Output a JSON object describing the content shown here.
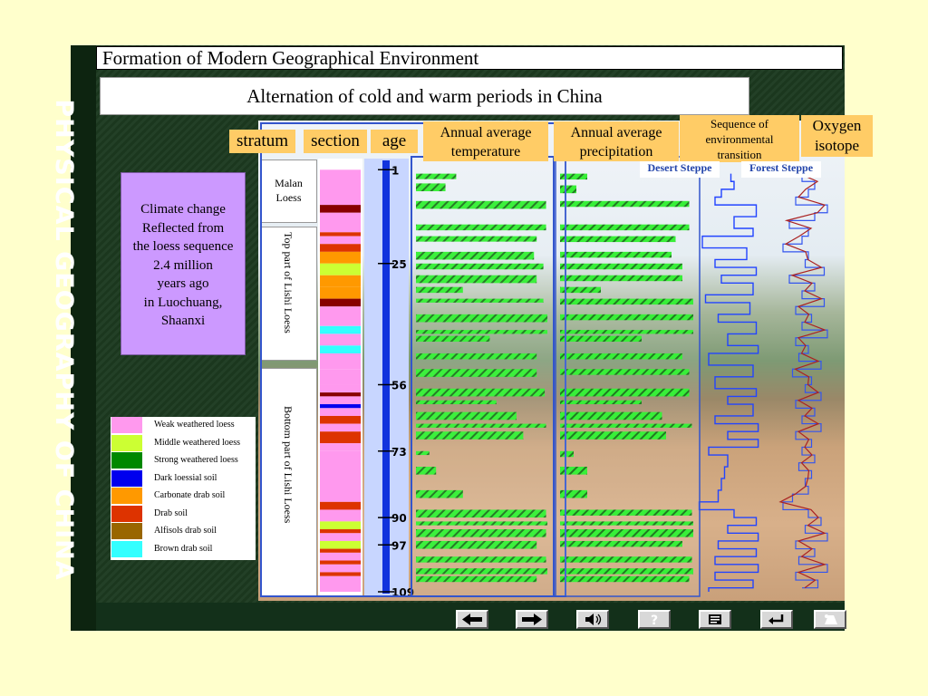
{
  "window": {
    "title": "Formation of Modern Geographical Environment",
    "side_title": "PHYSICAL GEOGRAPHY OF CHINA"
  },
  "banner": "Alternation of cold and warm periods in China",
  "columns": {
    "stratum": "stratum",
    "section": "section",
    "age": "age",
    "temperature": [
      "Annual average",
      "temperature"
    ],
    "precipitation": [
      "Annual average",
      "precipitation"
    ],
    "sequence": [
      "Sequence of",
      "environmental",
      "transition"
    ],
    "oxygen": [
      "Oxygen",
      "isotope"
    ]
  },
  "transition_labels": {
    "desert": "Desert Steppe",
    "forest": "Forest Steppe"
  },
  "strata": {
    "malan": [
      "Malan",
      "Loess"
    ],
    "upper": "Top part of Lishi Loess",
    "lower": "Bottom  part of Lishi Loess"
  },
  "climate_box": [
    "Climate change",
    "Reflected from",
    "the loess sequence",
    "2.4 million",
    "years ago",
    "in Luochuang,",
    "Shaanxi"
  ],
  "legend": [
    {
      "label": "Weak weathered loess",
      "color": "#ff99ee"
    },
    {
      "label": "Middle weathered loess",
      "color": "#ccff33"
    },
    {
      "label": "Strong weathered loess",
      "color": "#008800"
    },
    {
      "label": "Dark loessial soil",
      "color": "#0000ee"
    },
    {
      "label": "Carbonate drab soil",
      "color": "#ff9900"
    },
    {
      "label": "Drab soil",
      "color": "#dd3300"
    },
    {
      "label": "Alfisols drab soil",
      "color": "#996600"
    },
    {
      "label": "Brown drab soil",
      "color": "#33ffff"
    }
  ],
  "chart_data": {
    "type": "stratigraphic-column",
    "age_axis": {
      "ticks": [
        "1",
        "25",
        "56",
        "73",
        "90",
        "97",
        "109"
      ],
      "tick_values": [
        1,
        25,
        56,
        73,
        90,
        97,
        109
      ],
      "range": [
        0,
        109
      ]
    },
    "section_layers": [
      {
        "from": 1,
        "to": 10,
        "color": "#ff99ee"
      },
      {
        "from": 10,
        "to": 12,
        "color": "#880000"
      },
      {
        "from": 12,
        "to": 17,
        "color": "#ff99ee"
      },
      {
        "from": 17,
        "to": 18,
        "color": "#dd3300"
      },
      {
        "from": 18,
        "to": 20,
        "color": "#ff99ee"
      },
      {
        "from": 20,
        "to": 22,
        "color": "#dd3300"
      },
      {
        "from": 22,
        "to": 25,
        "color": "#ff9900"
      },
      {
        "from": 25,
        "to": 28,
        "color": "#ccff33"
      },
      {
        "from": 28,
        "to": 31,
        "color": "#ff9900"
      },
      {
        "from": 31,
        "to": 34,
        "color": "#ff9900"
      },
      {
        "from": 34,
        "to": 36,
        "color": "#880000"
      },
      {
        "from": 36,
        "to": 41,
        "color": "#ff99ee"
      },
      {
        "from": 41,
        "to": 43,
        "color": "#33ffff"
      },
      {
        "from": 43,
        "to": 46,
        "color": "#ff99ee"
      },
      {
        "from": 46,
        "to": 48,
        "color": "#33ffff"
      },
      {
        "from": 48,
        "to": 52,
        "color": "#ff99ee"
      },
      {
        "from": 52,
        "to": 56,
        "color": "#ff99ee"
      },
      {
        "from": 56,
        "to": 58,
        "color": "#ff99ee"
      },
      {
        "from": 58,
        "to": 59,
        "color": "#880000"
      },
      {
        "from": 59,
        "to": 61,
        "color": "#ff99ee"
      },
      {
        "from": 61,
        "to": 62,
        "color": "#0000ee"
      },
      {
        "from": 62,
        "to": 64,
        "color": "#ff99ee"
      },
      {
        "from": 64,
        "to": 66,
        "color": "#dd3300"
      },
      {
        "from": 66,
        "to": 68,
        "color": "#ff99ee"
      },
      {
        "from": 68,
        "to": 71,
        "color": "#dd3300"
      },
      {
        "from": 71,
        "to": 73,
        "color": "#ff99ee"
      },
      {
        "from": 73,
        "to": 86,
        "color": "#ff99ee"
      },
      {
        "from": 86,
        "to": 88,
        "color": "#dd3300"
      },
      {
        "from": 88,
        "to": 91,
        "color": "#ff99ee"
      },
      {
        "from": 91,
        "to": 93,
        "color": "#ccff33"
      },
      {
        "from": 93,
        "to": 94,
        "color": "#dd3300"
      },
      {
        "from": 94,
        "to": 96,
        "color": "#ff99ee"
      },
      {
        "from": 96,
        "to": 98,
        "color": "#ccff33"
      },
      {
        "from": 98,
        "to": 99,
        "color": "#dd3300"
      },
      {
        "from": 99,
        "to": 101,
        "color": "#ff99ee"
      },
      {
        "from": 101,
        "to": 102,
        "color": "#dd3300"
      },
      {
        "from": 102,
        "to": 104,
        "color": "#ff99ee"
      },
      {
        "from": 104,
        "to": 105,
        "color": "#dd3300"
      },
      {
        "from": 105,
        "to": 109,
        "color": "#ff99ee"
      }
    ],
    "temperature_bars": [
      {
        "from": 2,
        "to": 3.4,
        "value": 0.3
      },
      {
        "from": 4.5,
        "to": 6.5,
        "value": 0.22
      },
      {
        "from": 9,
        "to": 11,
        "value": 0.97
      },
      {
        "from": 15,
        "to": 16.5,
        "value": 0.97
      },
      {
        "from": 18,
        "to": 19.4,
        "value": 0.9
      },
      {
        "from": 22,
        "to": 24,
        "value": 0.88
      },
      {
        "from": 25,
        "to": 26.5,
        "value": 0.95
      },
      {
        "from": 28,
        "to": 30,
        "value": 0.9
      },
      {
        "from": 31,
        "to": 32.5,
        "value": 0.35
      },
      {
        "from": 34,
        "to": 35,
        "value": 0.95
      },
      {
        "from": 38,
        "to": 40,
        "value": 0.98
      },
      {
        "from": 42,
        "to": 43,
        "value": 0.98
      },
      {
        "from": 43.5,
        "to": 45,
        "value": 0.55
      },
      {
        "from": 48,
        "to": 49.5,
        "value": 0.9
      },
      {
        "from": 52,
        "to": 54,
        "value": 0.9
      },
      {
        "from": 57,
        "to": 59,
        "value": 0.96
      },
      {
        "from": 60,
        "to": 61,
        "value": 0.6
      },
      {
        "from": 63,
        "to": 65,
        "value": 0.75
      },
      {
        "from": 66,
        "to": 67,
        "value": 0.97
      },
      {
        "from": 68,
        "to": 70,
        "value": 0.8
      },
      {
        "from": 73,
        "to": 74,
        "value": 0.1
      },
      {
        "from": 77,
        "to": 79,
        "value": 0.15
      },
      {
        "from": 83,
        "to": 85,
        "value": 0.35
      },
      {
        "from": 88,
        "to": 90,
        "value": 0.97
      },
      {
        "from": 91,
        "to": 92,
        "value": 0.98
      },
      {
        "from": 93,
        "to": 95,
        "value": 0.97
      },
      {
        "from": 96,
        "to": 98,
        "value": 0.9
      },
      {
        "from": 100,
        "to": 101.5,
        "value": 0.97
      },
      {
        "from": 103,
        "to": 104.5,
        "value": 0.98
      },
      {
        "from": 105,
        "to": 106.5,
        "value": 0.9
      }
    ],
    "precipitation_bars": [
      {
        "from": 2,
        "to": 3.5,
        "value": 0.2
      },
      {
        "from": 5,
        "to": 7,
        "value": 0.12
      },
      {
        "from": 9,
        "to": 10.5,
        "value": 0.95
      },
      {
        "from": 15,
        "to": 16.5,
        "value": 0.95
      },
      {
        "from": 18,
        "to": 19.5,
        "value": 0.85
      },
      {
        "from": 22,
        "to": 23.5,
        "value": 0.82
      },
      {
        "from": 25,
        "to": 26.5,
        "value": 0.9
      },
      {
        "from": 28,
        "to": 29.5,
        "value": 0.9
      },
      {
        "from": 31,
        "to": 32.5,
        "value": 0.3
      },
      {
        "from": 34,
        "to": 35.5,
        "value": 0.98
      },
      {
        "from": 38,
        "to": 39.5,
        "value": 0.98
      },
      {
        "from": 42,
        "to": 43,
        "value": 0.98
      },
      {
        "from": 43.5,
        "to": 45,
        "value": 0.6
      },
      {
        "from": 48,
        "to": 49.5,
        "value": 0.9
      },
      {
        "from": 52,
        "to": 53.5,
        "value": 0.95
      },
      {
        "from": 57,
        "to": 59,
        "value": 0.95
      },
      {
        "from": 60,
        "to": 61,
        "value": 0.6
      },
      {
        "from": 63,
        "to": 65,
        "value": 0.75
      },
      {
        "from": 66,
        "to": 67,
        "value": 0.97
      },
      {
        "from": 68,
        "to": 70,
        "value": 0.78
      },
      {
        "from": 73,
        "to": 74.5,
        "value": 0.1
      },
      {
        "from": 77,
        "to": 79,
        "value": 0.2
      },
      {
        "from": 83,
        "to": 85,
        "value": 0.2
      },
      {
        "from": 88,
        "to": 89.5,
        "value": 0.97
      },
      {
        "from": 91,
        "to": 92,
        "value": 0.98
      },
      {
        "from": 93,
        "to": 95,
        "value": 0.98
      },
      {
        "from": 96,
        "to": 97.5,
        "value": 0.9
      },
      {
        "from": 100,
        "to": 101.5,
        "value": 0.97
      },
      {
        "from": 103,
        "to": 104.5,
        "value": 0.98
      },
      {
        "from": 105,
        "to": 106.5,
        "value": 0.95
      }
    ],
    "transition_curve": [
      [
        2,
        0.55
      ],
      [
        4,
        0.6
      ],
      [
        6,
        0.4
      ],
      [
        8,
        0.3
      ],
      [
        10,
        0.95
      ],
      [
        13,
        0.6
      ],
      [
        16,
        0.9
      ],
      [
        18,
        0.1
      ],
      [
        21,
        0.8
      ],
      [
        24,
        0.3
      ],
      [
        26,
        0.95
      ],
      [
        28,
        0.4
      ],
      [
        30,
        0.9
      ],
      [
        33,
        0.15
      ],
      [
        35,
        0.85
      ],
      [
        38,
        0.35
      ],
      [
        40,
        0.95
      ],
      [
        43,
        0.5
      ],
      [
        46,
        0.98
      ],
      [
        48,
        0.2
      ],
      [
        51,
        0.9
      ],
      [
        54,
        0.3
      ],
      [
        57,
        0.95
      ],
      [
        59,
        0.5
      ],
      [
        61,
        0.9
      ],
      [
        64,
        0.3
      ],
      [
        66,
        0.98
      ],
      [
        68,
        0.5
      ],
      [
        70,
        0.98
      ],
      [
        72,
        0.2
      ],
      [
        74,
        0.5
      ],
      [
        77,
        0.45
      ],
      [
        80,
        0.4
      ],
      [
        83,
        0.35
      ],
      [
        86,
        0.05
      ],
      [
        88,
        0.6
      ],
      [
        90,
        0.95
      ],
      [
        92,
        0.5
      ],
      [
        94,
        0.98
      ],
      [
        96,
        0.35
      ],
      [
        98,
        0.95
      ],
      [
        100,
        0.3
      ],
      [
        102,
        0.98
      ],
      [
        104,
        0.3
      ],
      [
        106,
        0.9
      ],
      [
        108,
        0.2
      ]
    ],
    "oxygen_curve": [
      [
        2,
        0.4
      ],
      [
        4,
        0.6
      ],
      [
        6,
        0.5
      ],
      [
        8,
        0.3
      ],
      [
        10,
        0.8
      ],
      [
        12,
        0.6
      ],
      [
        14,
        0.2
      ],
      [
        16,
        0.5
      ],
      [
        18,
        0.4
      ],
      [
        20,
        0.1
      ],
      [
        22,
        0.5
      ],
      [
        24,
        0.45
      ],
      [
        26,
        0.75
      ],
      [
        28,
        0.2
      ],
      [
        30,
        0.6
      ],
      [
        32,
        0.4
      ],
      [
        34,
        0.75
      ],
      [
        36,
        0.3
      ],
      [
        38,
        0.55
      ],
      [
        40,
        0.4
      ],
      [
        42,
        0.8
      ],
      [
        44,
        0.3
      ],
      [
        46,
        0.5
      ],
      [
        48,
        0.35
      ],
      [
        50,
        0.7
      ],
      [
        52,
        0.25
      ],
      [
        54,
        0.55
      ],
      [
        56,
        0.45
      ],
      [
        58,
        0.7
      ],
      [
        60,
        0.3
      ],
      [
        62,
        0.6
      ],
      [
        64,
        0.4
      ],
      [
        66,
        0.7
      ],
      [
        68,
        0.3
      ],
      [
        70,
        0.55
      ],
      [
        72,
        0.4
      ],
      [
        74,
        0.6
      ],
      [
        76,
        0.35
      ],
      [
        78,
        0.55
      ],
      [
        80,
        0.45
      ],
      [
        82,
        0.5
      ],
      [
        84,
        0.25
      ],
      [
        86,
        0.1
      ],
      [
        88,
        0.5
      ],
      [
        90,
        0.7
      ],
      [
        92,
        0.45
      ],
      [
        94,
        0.8
      ],
      [
        96,
        0.3
      ],
      [
        98,
        0.6
      ],
      [
        100,
        0.35
      ],
      [
        102,
        0.8
      ],
      [
        104,
        0.3
      ],
      [
        106,
        0.65
      ],
      [
        108,
        0.4
      ]
    ]
  },
  "nav_buttons": [
    "back-arrow-icon",
    "forward-arrow-icon",
    "speaker-icon",
    "help-icon",
    "print-icon",
    "return-icon",
    "exit-icon"
  ]
}
